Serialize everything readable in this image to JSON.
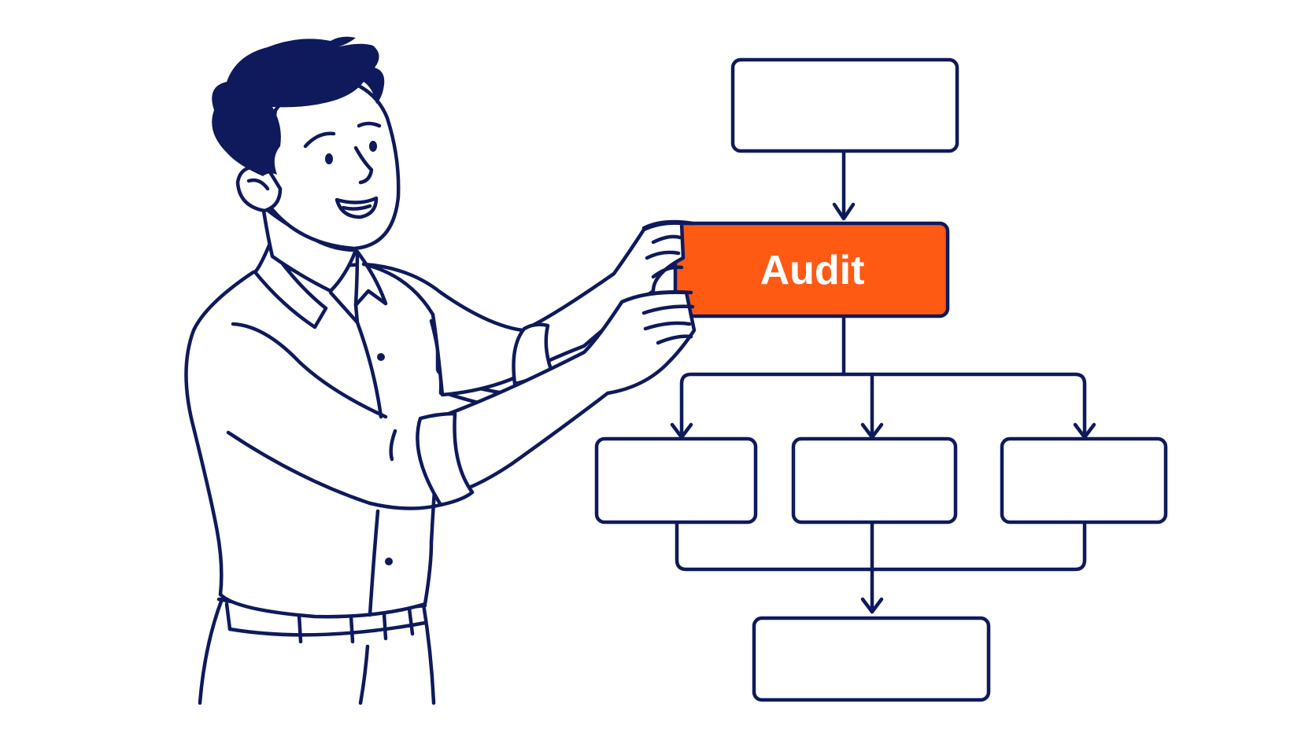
{
  "diagram": {
    "highlighted_node": {
      "label": "Audit"
    },
    "nodes": [
      {
        "id": "top",
        "label": ""
      },
      {
        "id": "audit",
        "label": "Audit"
      },
      {
        "id": "child-left",
        "label": ""
      },
      {
        "id": "child-middle",
        "label": ""
      },
      {
        "id": "child-right",
        "label": ""
      },
      {
        "id": "bottom",
        "label": ""
      }
    ],
    "edges": [
      {
        "from": "top",
        "to": "audit"
      },
      {
        "from": "audit",
        "to": "child-left"
      },
      {
        "from": "audit",
        "to": "child-middle"
      },
      {
        "from": "audit",
        "to": "child-right"
      },
      {
        "from": "child-left",
        "to": "bottom"
      },
      {
        "from": "child-middle",
        "to": "bottom"
      },
      {
        "from": "child-right",
        "to": "bottom"
      }
    ]
  },
  "colors": {
    "ink": "#0e1a5c",
    "accent": "#ff5a14",
    "accent_text": "#ffffff",
    "background": "#ffffff"
  },
  "illustration": {
    "figure": "person-holding-card-icon"
  }
}
